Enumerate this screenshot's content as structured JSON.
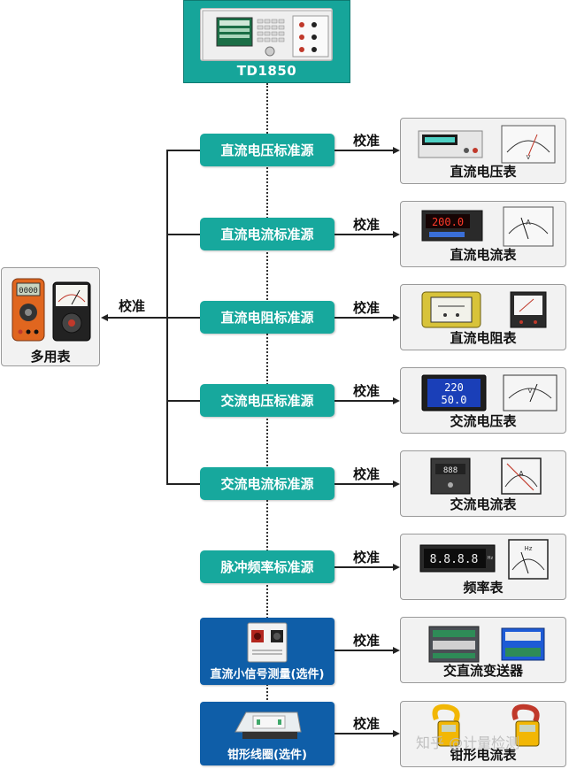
{
  "top": {
    "title": "TD1850"
  },
  "multimeter": {
    "name": "多用表"
  },
  "left_cal": "校准",
  "rows": [
    {
      "source": "直流电压标准源",
      "cal": "校准",
      "instrument": "直流电压表",
      "optional": false
    },
    {
      "source": "直流电流标准源",
      "cal": "校准",
      "instrument": "直流电流表",
      "optional": false
    },
    {
      "source": "直流电阻标准源",
      "cal": "校准",
      "instrument": "直流电阻表",
      "optional": false
    },
    {
      "source": "交流电压标准源",
      "cal": "校准",
      "instrument": "交流电压表",
      "optional": false
    },
    {
      "source": "交流电流标准源",
      "cal": "校准",
      "instrument": "交流电流表",
      "optional": false
    },
    {
      "source": "脉冲频率标准源",
      "cal": "校准",
      "instrument": "频率表",
      "optional": false
    },
    {
      "source": "直流小信号测量(选件)",
      "cal": "校准",
      "instrument": "交直流变送器",
      "optional": true
    },
    {
      "source": "钳形线圈(选件)",
      "cal": "校准",
      "instrument": "钳形电流表",
      "optional": true
    }
  ],
  "displays": {
    "ac_voltage_top": "220",
    "ac_voltage_bottom": "50.0",
    "dc_current": "200.0",
    "frequency": "8.8.8.8"
  },
  "watermark": "知乎 @计量检测",
  "colors": {
    "teal": "#17a89d",
    "blue": "#0f5ea8",
    "line": "#222222"
  }
}
